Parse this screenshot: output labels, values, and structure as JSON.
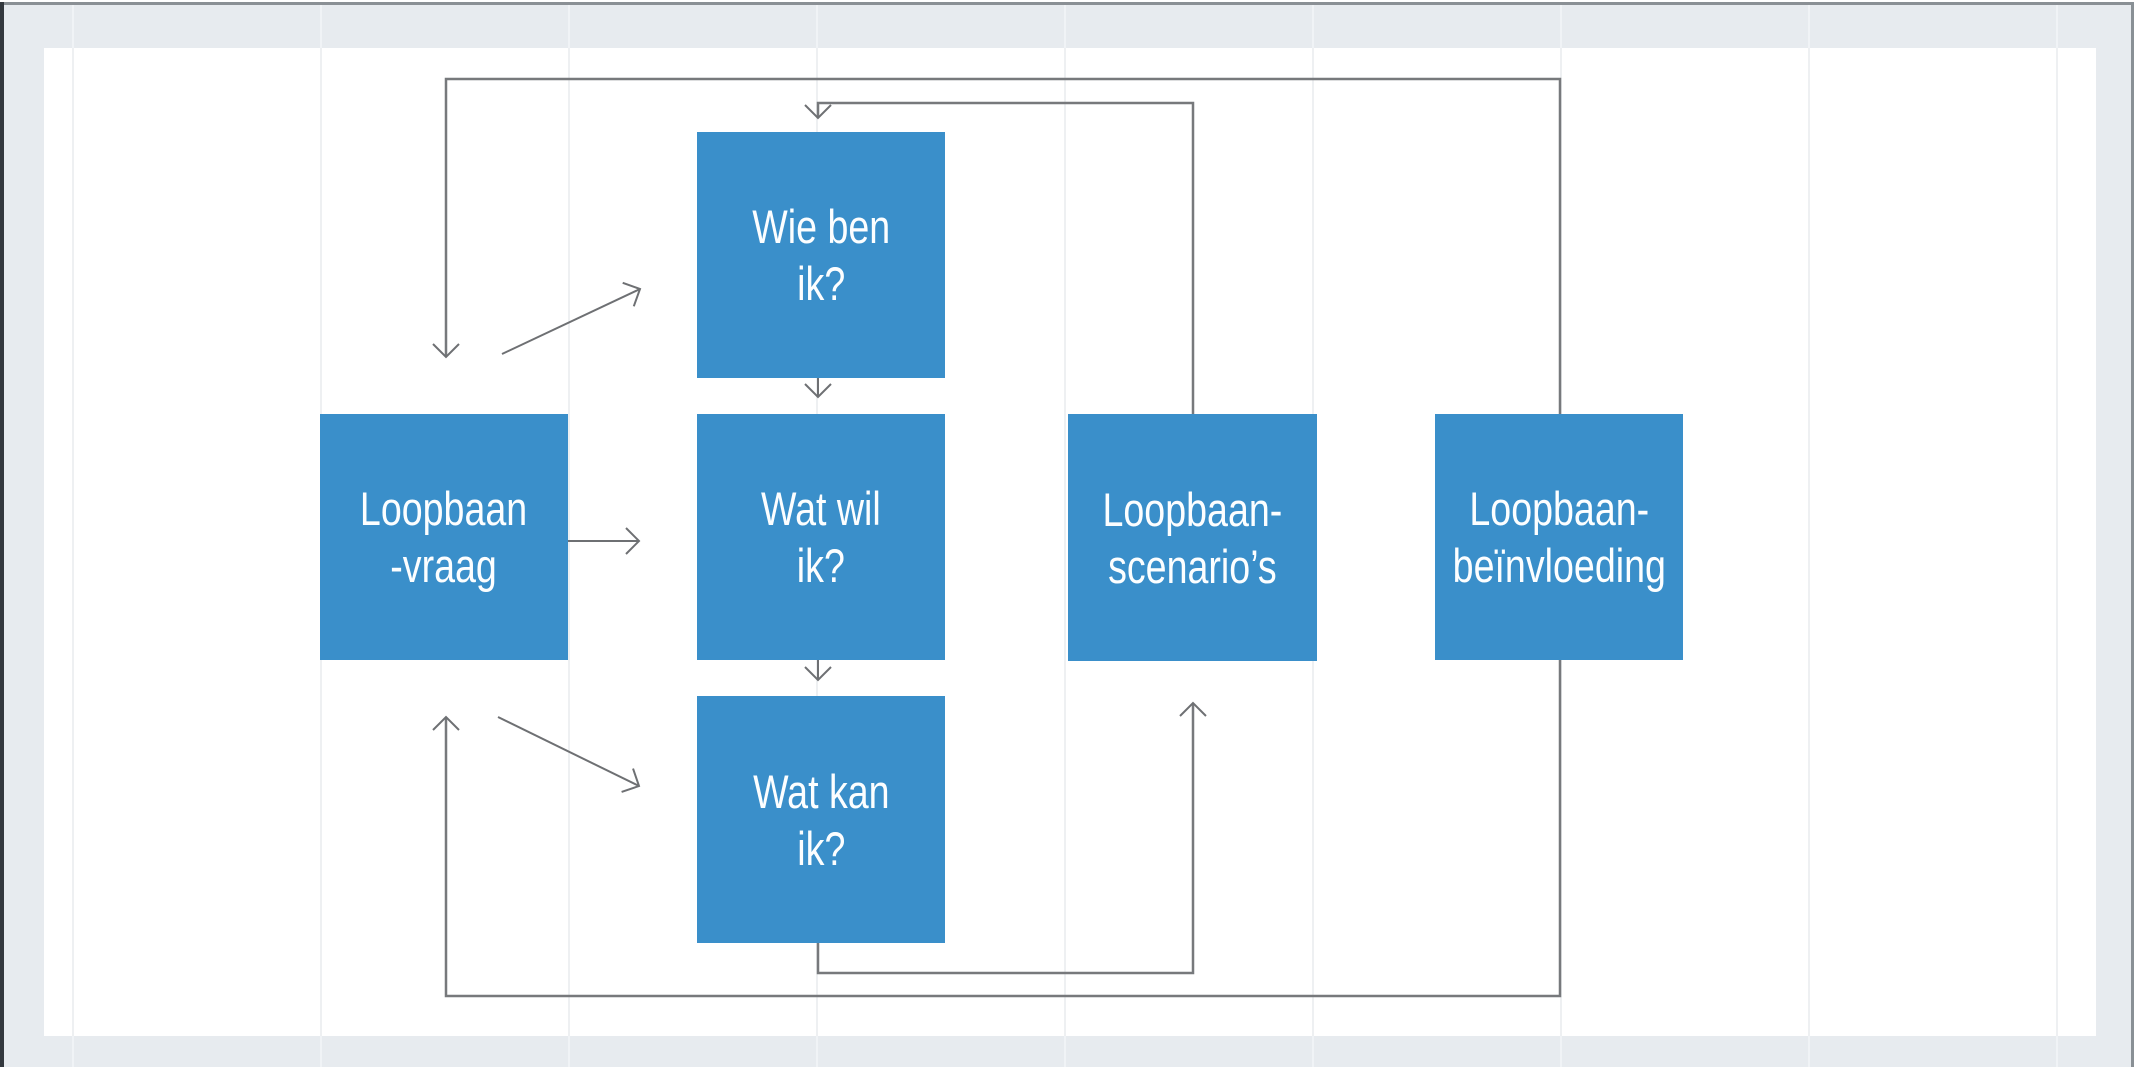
{
  "colors": {
    "band": "#E7EBEF",
    "canvas": "#FFFFFF",
    "gridline": "#E8EBED",
    "frame_left": "#33383E",
    "frame_top": "#8A9095",
    "frame_right": "#899095",
    "box_fill": "#3A8FCA",
    "box_text": "#FCFEFF",
    "connector": "#77797C",
    "arrow": "#6E7073"
  },
  "diagram": {
    "boxes": [
      {
        "id": "wie-ben-ik",
        "line1": "Wie ben",
        "line2": "ik?"
      },
      {
        "id": "loopbaan-vraag",
        "line1": "Loopbaan",
        "line2": "-vraag"
      },
      {
        "id": "wat-wil-ik",
        "line1": "Wat wil",
        "line2": "ik?"
      },
      {
        "id": "loopbaan-scenarios",
        "line1": "Loopbaan-",
        "line2": "scenario’s"
      },
      {
        "id": "loopbaan-beinvloeding",
        "line1": "Loopbaan-",
        "line2": "beïnvloeding"
      },
      {
        "id": "wat-kan-ik",
        "line1": "Wat kan",
        "line2": "ik?"
      }
    ]
  }
}
